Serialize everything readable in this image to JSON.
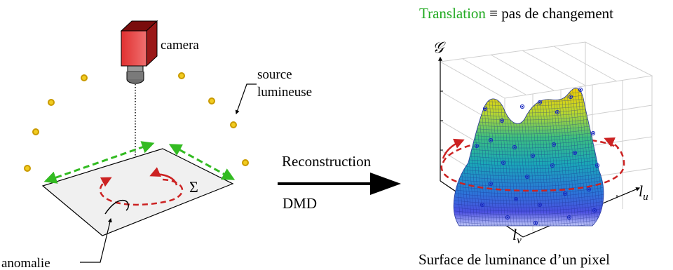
{
  "left": {
    "camera_label": "camera",
    "source_label_line1": "source",
    "source_label_line2": "lumineuse",
    "anomaly_label": "anomalie",
    "surface_symbol": "Σ"
  },
  "middle": {
    "reconstruction_label": "Reconstruction",
    "dmd_label": "DMD"
  },
  "right": {
    "header_prefix": "Translation",
    "header_suffix": " ≡ pas de changement",
    "axis_g": "𝒢",
    "axis_lu": "l",
    "axis_lu_sub": "u",
    "axis_lv": "l",
    "axis_lv_sub": "v",
    "caption": "Surface de luminance d’un pixel"
  },
  "colors": {
    "translation_green": "#22aa22",
    "motion_red": "#cc2222",
    "arrow_green": "#33bb22",
    "source_yellow": "#e8b800",
    "camera_red": "#e04040",
    "camera_dark": "#8a1010",
    "lens_gray": "#8a8a8a"
  },
  "icons": [
    "camera-icon",
    "light-source-icon",
    "right-arrow-icon"
  ]
}
